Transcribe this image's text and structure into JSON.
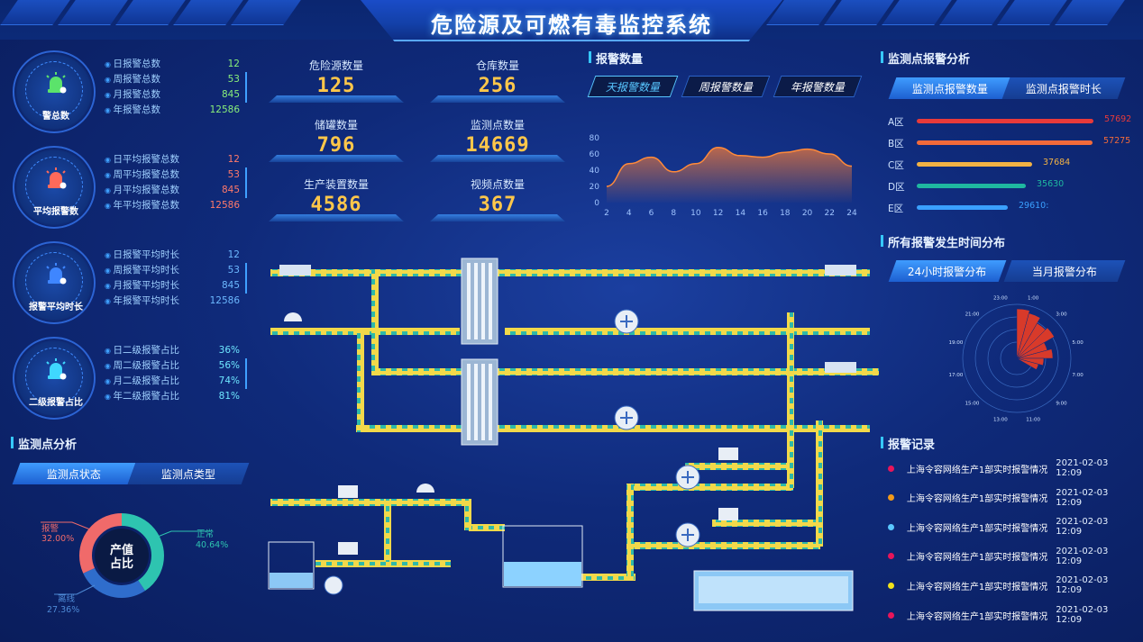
{
  "header": {
    "title": "危险源及可燃有毒监控系统"
  },
  "stat_cards": [
    {
      "caption": "警总数",
      "icon": "alarm-light-icon",
      "color": "#5be36b",
      "rows": [
        {
          "label": "日报警总数",
          "value": "12"
        },
        {
          "label": "周报警总数",
          "value": "53"
        },
        {
          "label": "月报警总数",
          "value": "845"
        },
        {
          "label": "年报警总数",
          "value": "12586"
        }
      ],
      "value_color": "#8af07a"
    },
    {
      "caption": "平均报警数",
      "icon": "alarm-light-icon",
      "color": "#ff6a5a",
      "rows": [
        {
          "label": "日平均报警总数",
          "value": "12"
        },
        {
          "label": "周平均报警总数",
          "value": "53"
        },
        {
          "label": "月平均报警总数",
          "value": "845"
        },
        {
          "label": "年平均报警总数",
          "value": "12586"
        }
      ],
      "value_color": "#ff7a6a"
    },
    {
      "caption": "报警平均时长",
      "icon": "alarm-light-icon",
      "color": "#3f86ff",
      "rows": [
        {
          "label": "日报警平均时长",
          "value": "12"
        },
        {
          "label": "周报警平均时长",
          "value": "53"
        },
        {
          "label": "月报警平均时长",
          "value": "845"
        },
        {
          "label": "年报警平均时长",
          "value": "12586"
        }
      ],
      "value_color": "#6cb8ff"
    },
    {
      "caption": "二级报警占比",
      "icon": "alarm-light-icon",
      "color": "#3fd8ff",
      "rows": [
        {
          "label": "日二级报警占比",
          "value": "36%"
        },
        {
          "label": "周二级报警占比",
          "value": "56%"
        },
        {
          "label": "月二级报警占比",
          "value": "74%"
        },
        {
          "label": "年二级报警占比",
          "value": "81%"
        }
      ],
      "value_color": "#6ee6ff"
    }
  ],
  "kpis": [
    {
      "label": "危险源数量",
      "value": "125"
    },
    {
      "label": "仓库数量",
      "value": "256"
    },
    {
      "label": "储罐数量",
      "value": "796"
    },
    {
      "label": "监测点数量",
      "value": "14669"
    },
    {
      "label": "生产装置数量",
      "value": "4586"
    },
    {
      "label": "视频点数量",
      "value": "367"
    }
  ],
  "monitor_panel": {
    "title": "监测点分析",
    "tabs": [
      "监测点状态",
      "监测点类型"
    ],
    "donut_center": [
      "产值",
      "占比"
    ],
    "slices": [
      {
        "name": "正常",
        "value": "40.64%",
        "color": "#2ec4b0"
      },
      {
        "name": "离线",
        "value": "27.36%",
        "color": "#4e8ad6"
      },
      {
        "name": "报警",
        "value": "32.00%",
        "color": "#f06a6a"
      }
    ]
  },
  "alarm_count_panel": {
    "title": "报警数量",
    "tabs": [
      "天报警数量",
      "周报警数量",
      "年报警数量"
    ]
  },
  "chart_data": [
    {
      "type": "area",
      "x": [
        2,
        4,
        6,
        8,
        10,
        12,
        14,
        16,
        18,
        20,
        22,
        24
      ],
      "values": [
        20,
        48,
        56,
        38,
        48,
        68,
        58,
        56,
        62,
        66,
        60,
        45
      ],
      "ylim": [
        0,
        80
      ],
      "yticks": [
        0,
        20,
        40,
        60,
        80
      ],
      "xticks": [
        2,
        4,
        6,
        8,
        10,
        12,
        14,
        16,
        18,
        20,
        22,
        24
      ]
    },
    {
      "type": "bar",
      "categories": [
        "A区",
        "B区",
        "C区",
        "D区",
        "E区"
      ],
      "values": [
        57692,
        57275,
        37684,
        35630,
        29610
      ],
      "value_labels": [
        "57692",
        "57275",
        "37684",
        "35630",
        "29610:"
      ],
      "colors": [
        "#e83a3a",
        "#f26a3a",
        "#f2b244",
        "#1fb8a0",
        "#3aa0ff"
      ]
    }
  ],
  "analysis_panel": {
    "title": "监测点报警分析",
    "tabs": [
      "监测点报警数量",
      "监测点报警时长"
    ]
  },
  "time_dist_panel": {
    "title": "所有报警发生时间分布",
    "tabs": [
      "24小时报警分布",
      "当月报警分布"
    ],
    "hour_labels": [
      "1:00",
      "3:00",
      "5:00",
      "7:00",
      "9:00",
      "11:00",
      "13:00",
      "15:00",
      "17:00",
      "19:00",
      "21:00",
      "23:00"
    ]
  },
  "records_panel": {
    "title": "报警记录",
    "items": [
      {
        "text": "上海令容网络生产1部实时报警情况",
        "date": "2021-02-03  12:09",
        "color": "#e8155a"
      },
      {
        "text": "上海令容网络生产1部实时报警情况",
        "date": "2021-02-03  12:09",
        "color": "#f29a1a"
      },
      {
        "text": "上海令容网络生产1部实时报警情况",
        "date": "2021-02-03  12:09",
        "color": "#5bc8ff"
      },
      {
        "text": "上海令容网络生产1部实时报警情况",
        "date": "2021-02-03  12:09",
        "color": "#e8155a"
      },
      {
        "text": "上海令容网络生产1部实时报警情况",
        "date": "2021-02-03  12:09",
        "color": "#f2e21a"
      },
      {
        "text": "上海令容网络生产1部实时报警情况",
        "date": "2021-02-03  12:09",
        "color": "#e8155a"
      }
    ]
  }
}
